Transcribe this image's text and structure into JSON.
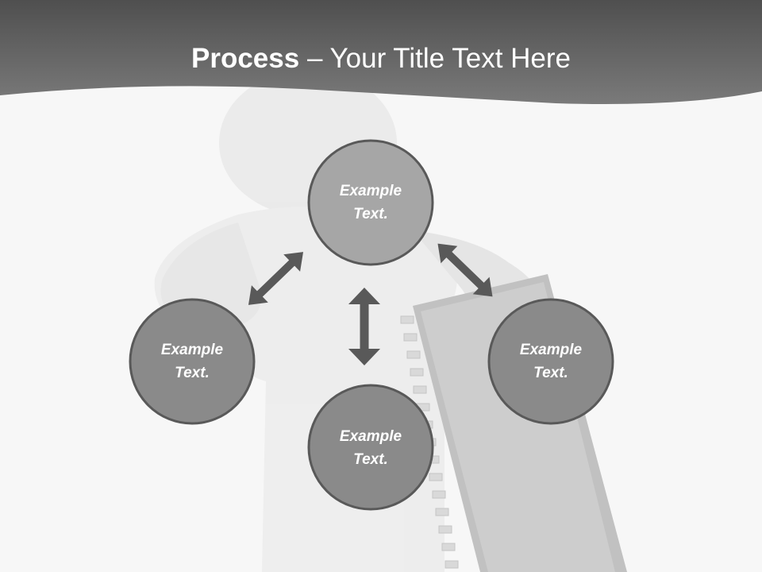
{
  "slide": {
    "title_bold": "Process",
    "title_rest": " – Your Title Text Here"
  },
  "nodes": [
    {
      "line1": "Example",
      "line2": "Text."
    },
    {
      "line1": "Example",
      "line2": "Text."
    },
    {
      "line1": "Example",
      "line2": "Text."
    },
    {
      "line1": "Example",
      "line2": "Text."
    }
  ],
  "colors": {
    "header": "#5a5a5a",
    "background": "#f7f7f7",
    "circle_fill": "#8a8a8a",
    "circle_top_fill": "#a6a6a6",
    "circle_stroke": "#595959",
    "arrow": "#595959",
    "text": "#ffffff"
  }
}
